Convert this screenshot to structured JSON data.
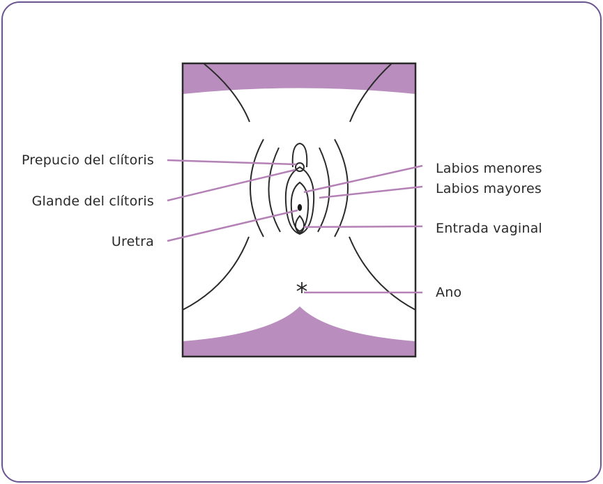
{
  "colors": {
    "frame_border": "#6b5590",
    "fill_accent": "#b98dbd",
    "leader_line": "#b481b6",
    "outline": "#2a2a2a"
  },
  "labels": {
    "prepucio": "Prepucio del clítoris",
    "glande": "Glande del clítoris",
    "uretra": "Uretra",
    "labios_menores": "Labios menores",
    "labios_mayores": "Labios mayores",
    "entrada_vaginal": "Entrada vaginal",
    "ano": "Ano"
  }
}
